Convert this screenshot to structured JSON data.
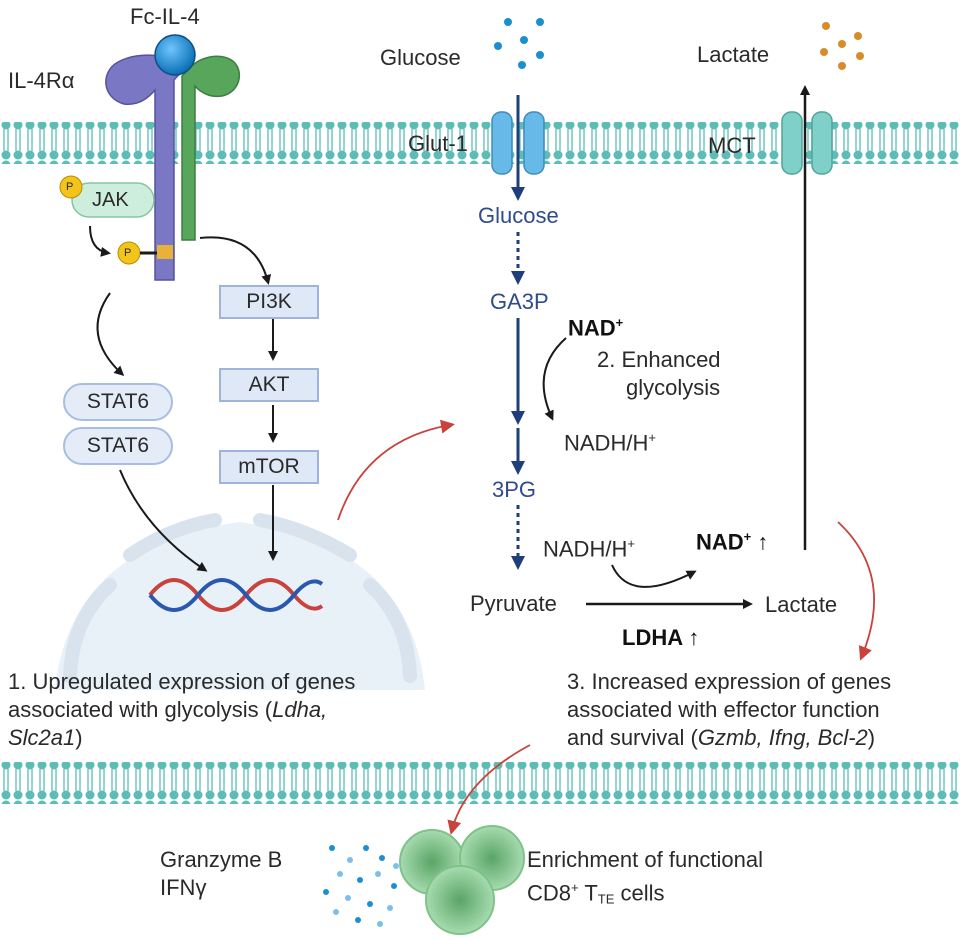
{
  "receptor": {
    "ligand": "Fc-IL-4",
    "receptor_label": "IL-4Rα",
    "jak": "JAK",
    "phospho": "P"
  },
  "pi3k_path": [
    "PI3K",
    "AKT",
    "mTOR"
  ],
  "stat": [
    "STAT6",
    "STAT6"
  ],
  "membrane_labels": {
    "glucose_out": "Glucose",
    "lactate_out": "Lactate",
    "glut1": "Glut-1",
    "mct": "MCT"
  },
  "glycolysis": {
    "glucose_in": "Glucose",
    "ga3p": "GA3P",
    "nad": "NAD",
    "nad_sup": "+",
    "nadh": "NADH/H",
    "nadh_sup": "+",
    "step2_line1": "2. Enhanced",
    "step2_line2": "glycolysis",
    "pg3": "3PG",
    "nadh2": "NADH/H",
    "nadh2_sup": "+",
    "nad_up": "NAD",
    "nad_up_sup": "+",
    "up_arrow": "↑",
    "pyruvate": "Pyruvate",
    "lactate_in": "Lactate",
    "ldha": "LDHA",
    "ldha_arrow": "↑"
  },
  "text1": {
    "line1": "1. Upregulated expression of genes",
    "line2_prefix": "associated with glycolysis (",
    "line2_italic": "Ldha,",
    "line3_italic": "Slc2a1",
    "line3_suffix": ")"
  },
  "text3": {
    "line1": "3.  Increased expression  of genes",
    "line2": "associated  with effector function",
    "line3_prefix": "and survival (",
    "line3_italic": "Gzmb, Ifng, Bcl-2",
    "line3_suffix": ")"
  },
  "bottom": {
    "granzyme": "Granzyme B",
    "ifng": "IFNγ",
    "enrich_line1": "Enrichment of functional",
    "enrich_line2_prefix": "CD8",
    "enrich_line2_sup": "+",
    "enrich_line2_t": " T",
    "enrich_line2_sub": "TE",
    "enrich_line2_suffix": " cells"
  },
  "colors": {
    "membrane": "#5cbdb6",
    "arrow_dark": "#1a1a1a",
    "arrow_blue": "#1e3f7a",
    "arrow_red": "#c9423b",
    "receptor_purple": "#7a78c4",
    "receptor_green": "#58a55c",
    "ligand_blue": "#1a8fd6",
    "phospho_yellow": "#f3c51b",
    "glucose_dot": "#1b8fd0",
    "lactate_dot": "#d98a2a",
    "transporter": "#67b9e8",
    "mct_color": "#7fd0c8",
    "nucleus": "#e9f1f8",
    "cell_green": "#8fce99"
  }
}
